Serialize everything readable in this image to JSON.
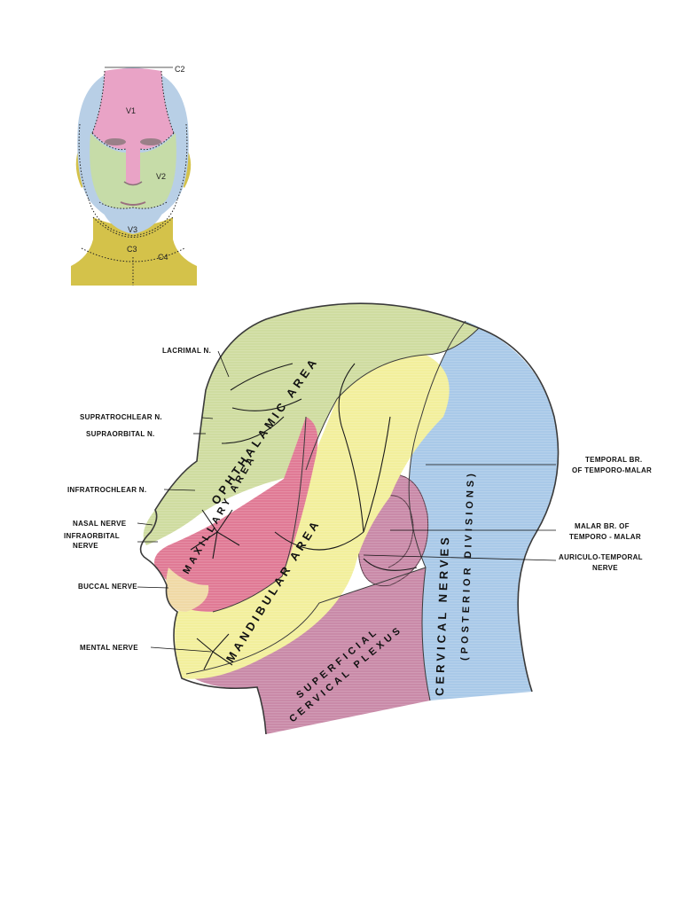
{
  "front_view": {
    "labels": {
      "c2": "C2",
      "v1": "V1",
      "v2": "V2",
      "v3": "V3",
      "c3": "C3",
      "c4": "C4"
    }
  },
  "side_view": {
    "regions": {
      "ophthalmic": "OPHTHALAMIC AREA",
      "maxillary": "MAXILLARY AREA",
      "mandibular": "MANDIBULAR AREA",
      "cervical": "CERVICAL NERVES",
      "posterior": "(POSTERIOR DIVISIONS)",
      "superficial": "SUPERFICIAL",
      "cervical_plexus": "CERVICAL PLEXUS"
    },
    "labels": {
      "lacrimal": "LACRIMAL N.",
      "supratrochlear": "SUPRATROCHLEAR N.",
      "supraorbital": "SUPRAORBITAL N.",
      "infratrochlear": "INFRATROCHLEAR N.",
      "nasal": "NASAL NERVE",
      "infraorbital_1": "INFRAORBITAL",
      "infraorbital_2": "NERVE",
      "buccal": "BUCCAL NERVE",
      "mental": "MENTAL NERVE",
      "temporal_1": "TEMPORAL BR.",
      "temporal_2": "OF TEMPORO-MALAR",
      "malar_1": "MALAR BR. OF",
      "malar_2": "TEMPORO - MALAR",
      "auriculo_1": "AURICULO-TEMPORAL",
      "auriculo_2": "NERVE"
    }
  },
  "colors": {
    "v1_pink": "#e9a3c6",
    "v2_green": "#c6dca8",
    "v3_blue": "#b8cfe6",
    "cervical_yellow": "#d4c24a",
    "ophthalmic_green": "#cfdca0",
    "maxillary_pink": "#e07a95",
    "mandibular_yellow": "#f2ef9c",
    "cervical_blue": "#a9c9e8",
    "plexus_mauve": "#c98aa8"
  }
}
